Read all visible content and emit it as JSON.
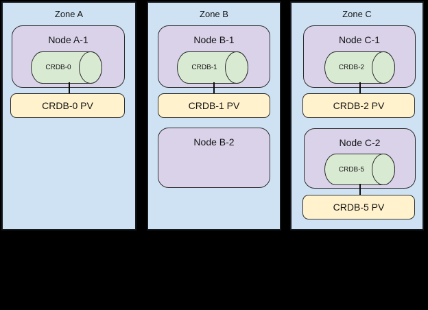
{
  "diagram": {
    "description": "CockroachDB zone/node/persistent-volume topology diagram on black canvas",
    "colors": {
      "canvas_bg": "#000000",
      "zone_fill": "#cfe2f3",
      "node_fill": "#d9d2e9",
      "cylinder_fill": "#d9ead3",
      "pv_fill": "#fff2cc",
      "border": "#2b2b2b"
    },
    "zones": [
      {
        "title": "Zone A",
        "nodes": [
          {
            "title": "Node A-1",
            "cylinder_label": "CRDB-0",
            "pv_label": "CRDB-0 PV"
          }
        ]
      },
      {
        "title": "Zone B",
        "nodes": [
          {
            "title": "Node B-1",
            "cylinder_label": "CRDB-1",
            "pv_label": "CRDB-1 PV"
          },
          {
            "title": "Node B-2"
          }
        ]
      },
      {
        "title": "Zone C",
        "nodes": [
          {
            "title": "Node C-1",
            "cylinder_label": "CRDB-2",
            "pv_label": "CRDB-2 PV"
          },
          {
            "title": "Node C-2",
            "cylinder_label": "CRDB-5",
            "pv_label": "CRDB-5 PV"
          }
        ]
      }
    ]
  }
}
